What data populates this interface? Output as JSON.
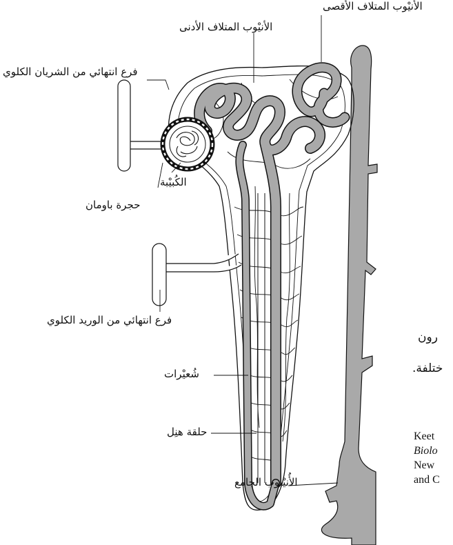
{
  "labels": {
    "distal_tubule": "الأنيْوب المتلاف الأقصى",
    "proximal_tubule": "الأنيْوب المتلاف الأدنى",
    "afferent_arteriole": "فرع انتهائي من الشريان الكلوي",
    "glomerulus": "الكُبيْبة",
    "bowmans_capsule": "حجرة باومان",
    "venule": "فرع انتهائي من الوريد الكلوي",
    "capillaries": "شُعيْرات",
    "loop_of_henle": "حلقة هنِل",
    "collecting_duct": "الأُنيْبوب الجامع"
  },
  "fragments": {
    "ar_line1": "رون",
    "ar_line2": "ختلفة.",
    "en_line1": "Keet",
    "en_line2": "Biolo",
    "en_line3": "New",
    "en_line4": "and C"
  },
  "colors": {
    "tubule_fill": "#a9a9a9",
    "line": "#111111",
    "background": "#ffffff"
  }
}
